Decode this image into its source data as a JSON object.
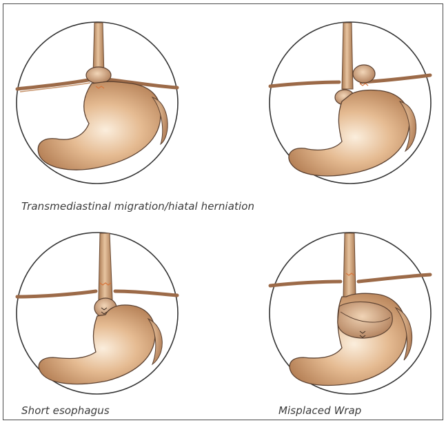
{
  "figure": {
    "captions": {
      "top_row": "Transmediastinal migration/hiatal herniation",
      "bottom_left": "Short esophagus",
      "bottom_right": "Misplaced Wrap"
    },
    "panels": [
      {
        "id": "panel-top-left",
        "depicts": "wrap-migrated-through-hiatus"
      },
      {
        "id": "panel-top-right",
        "depicts": "hiatal-herniation-beside-wrap"
      },
      {
        "id": "panel-bottom-left",
        "depicts": "short-esophagus-wrap-in-chest"
      },
      {
        "id": "panel-bottom-right",
        "depicts": "wrap-placed-around-stomach"
      }
    ],
    "colors": {
      "stomach_fill": "#dcae82",
      "stomach_highlight": "#f6e2cc",
      "stomach_shadow": "#b48056",
      "esophagus": "#c99a72",
      "diaphragm": "#9c6a48",
      "suture": "#d8743a",
      "outline": "#5a4030"
    }
  }
}
